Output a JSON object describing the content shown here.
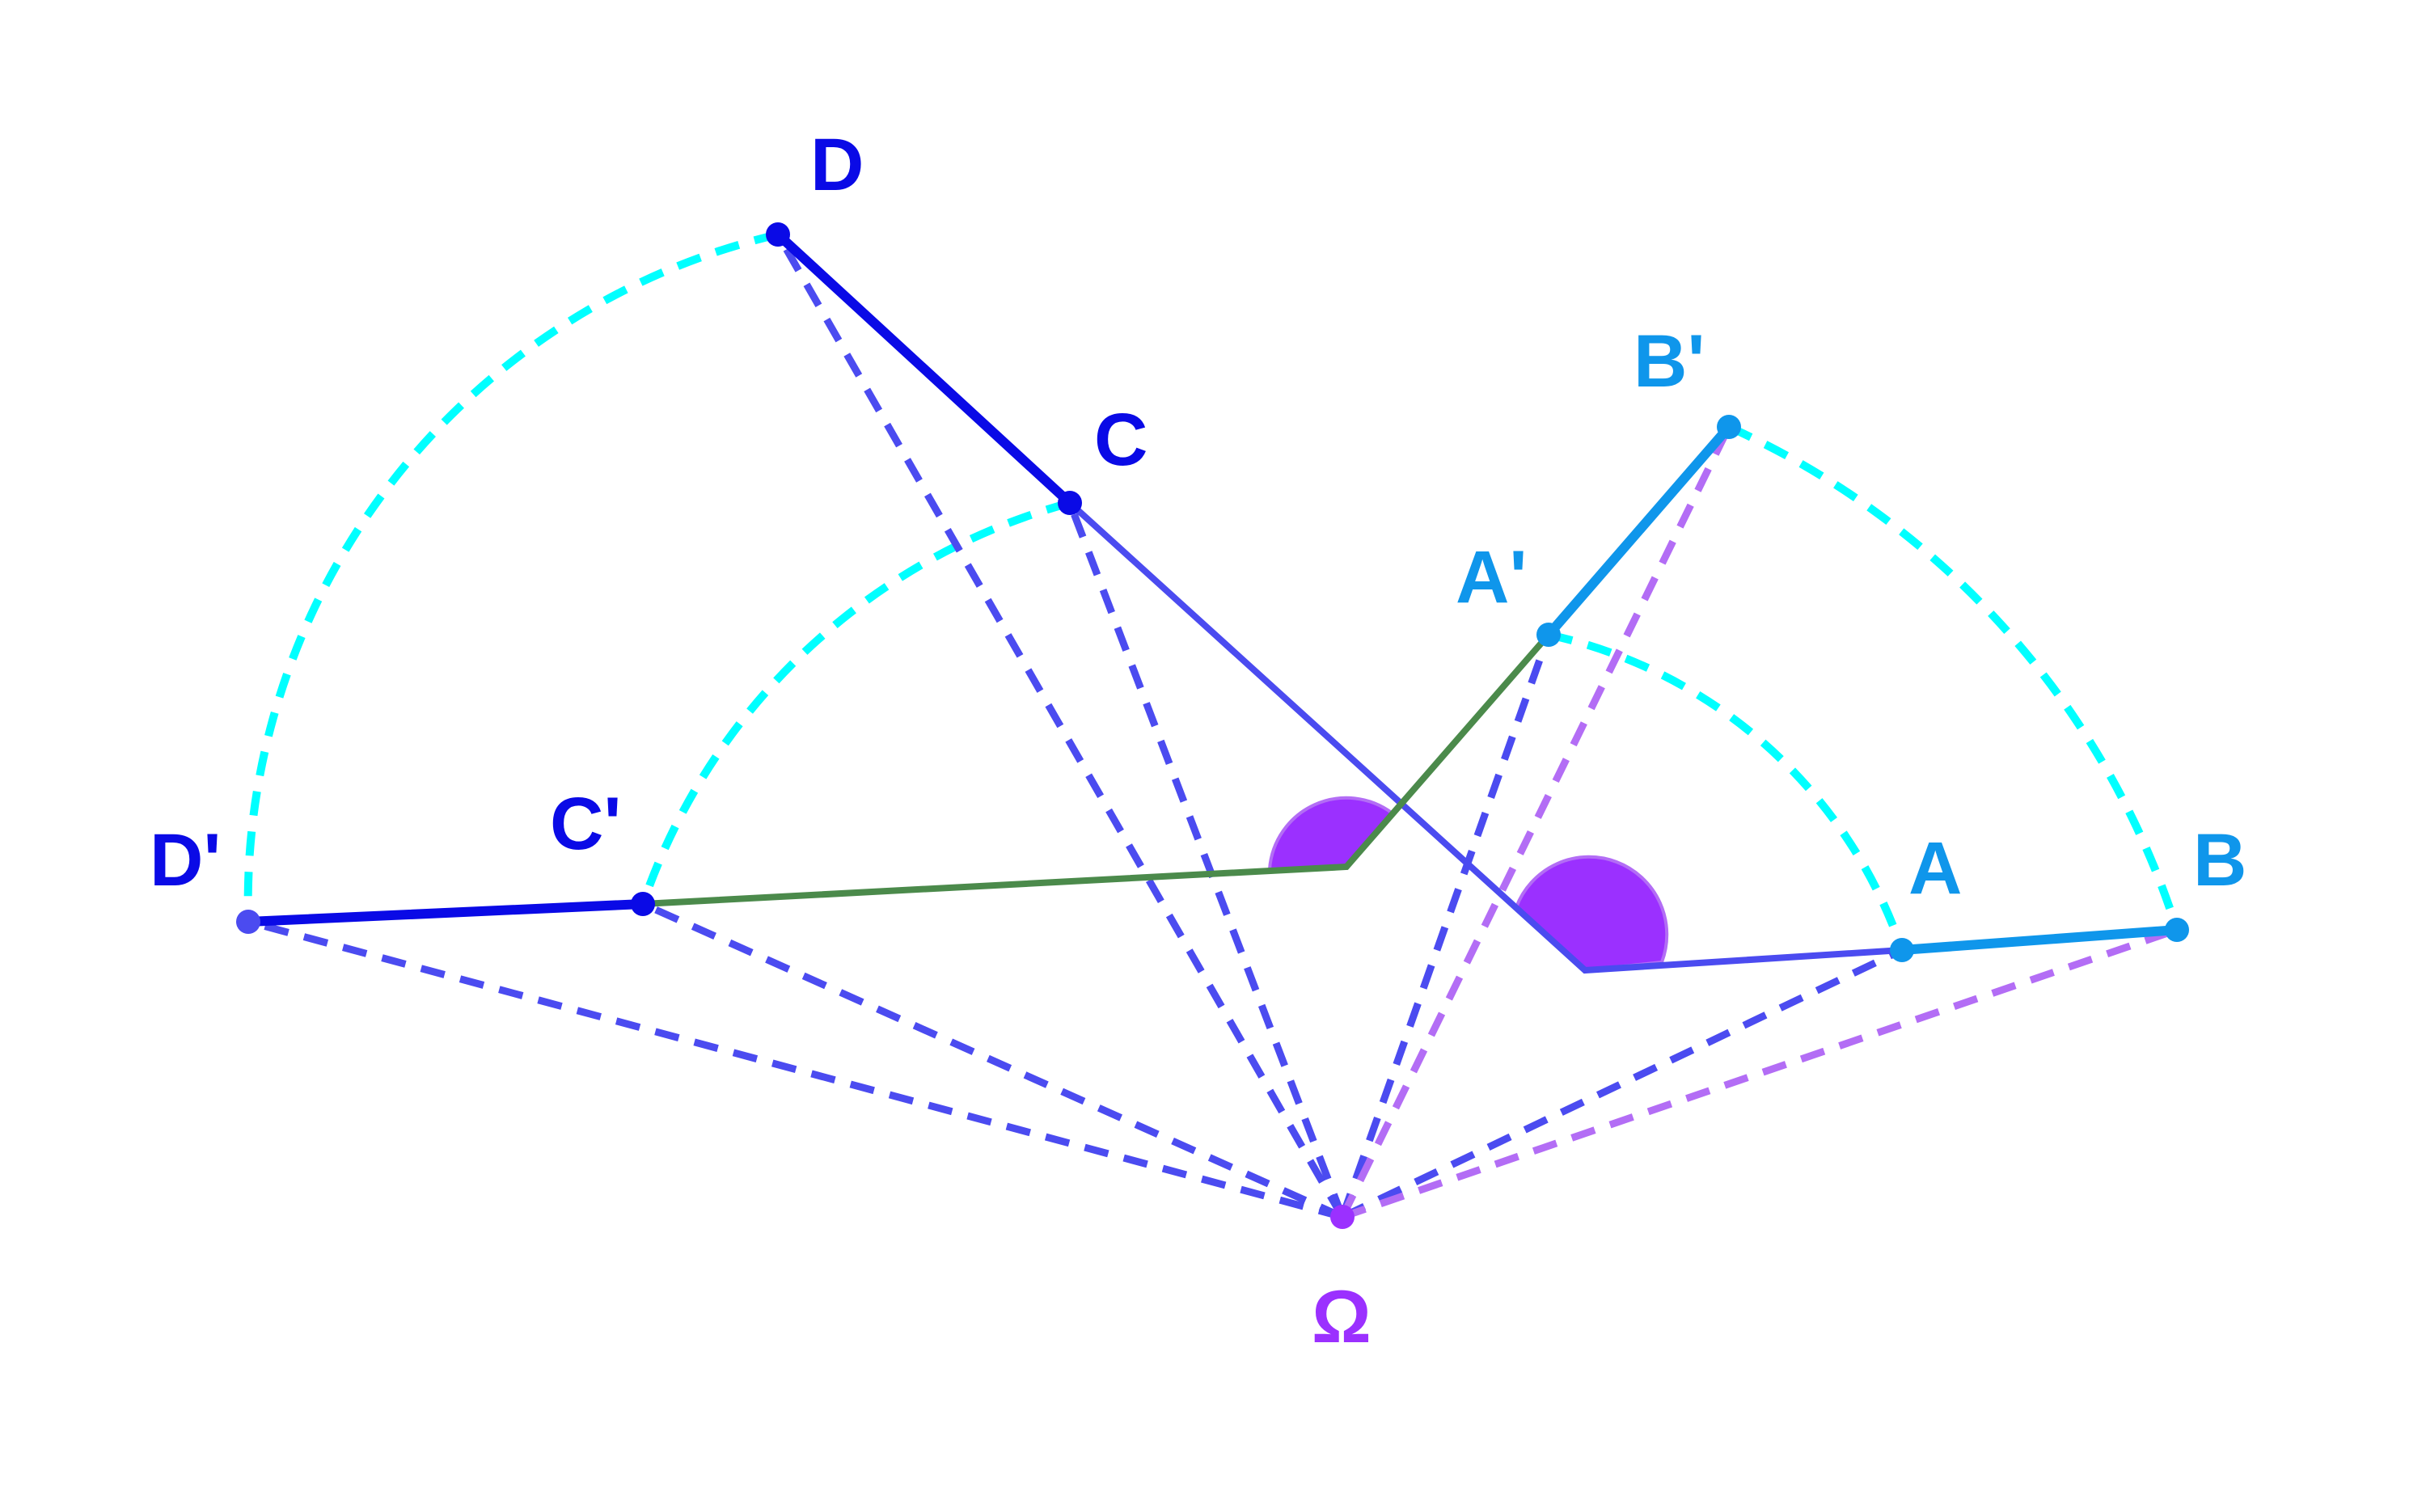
{
  "colors": {
    "background": "#ffffff",
    "dark_blue": "#0a0ae6",
    "medium_blue": "#4b4bf0",
    "light_blue": "#0f96eb",
    "cyan": "#00ffff",
    "green": "#4b8a4b",
    "purple": "#9b30ff",
    "lavender": "#b36df5"
  },
  "points": {
    "A": "A",
    "B": "B",
    "C": "C",
    "D": "D",
    "A_prime": "A'",
    "B_prime": "B'",
    "C_prime": "C'",
    "D_prime": "D'",
    "Omega": "Ω"
  }
}
